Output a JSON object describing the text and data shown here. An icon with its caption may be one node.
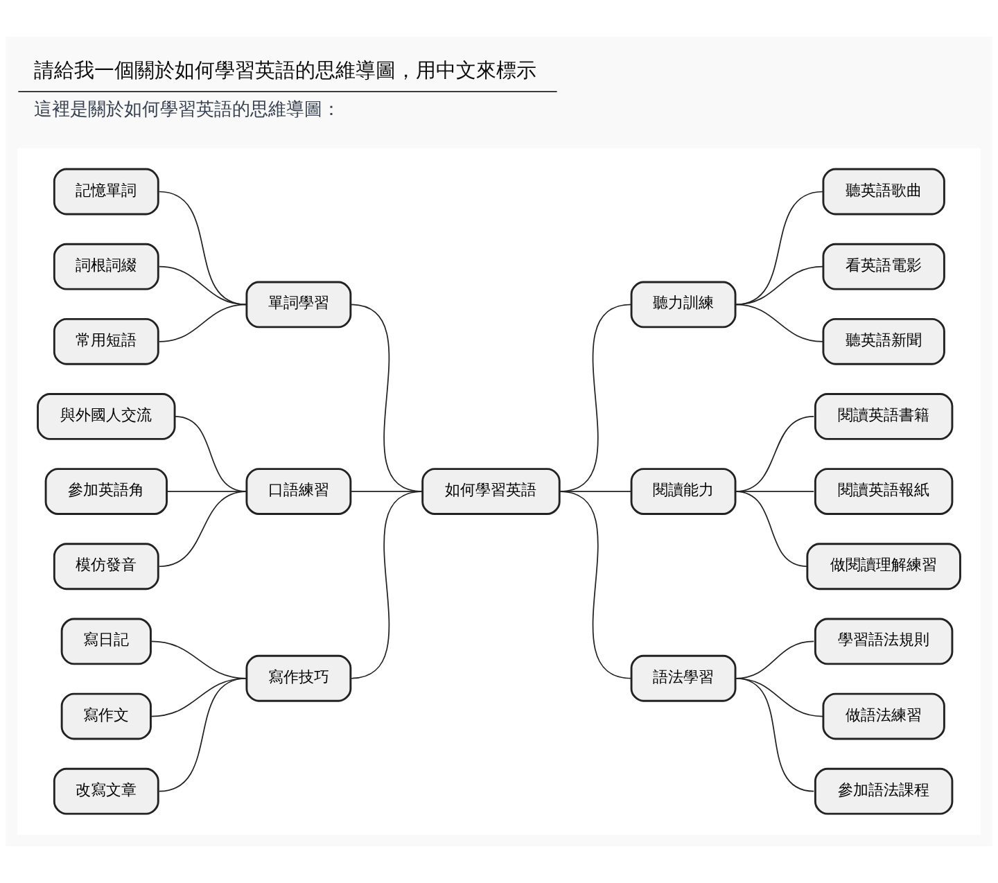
{
  "diagram": {
    "title": "請給我一個關於如何學習英語的思維導圖，用中文來標示",
    "caption": "這裡是關於如何學習英語的思維導圖：",
    "nodes": [
      {
        "text": [],
        "shape": "box"
      },
      {
        "text": [
          "記憶單詞"
        ],
        "in": 0
      },
      {
        "text": [
          "詞根詞綴"
        ],
        "in": 0
      },
      {
        "text": [
          "常用短語"
        ],
        "in": 0
      },
      {
        "text": [
          "單詞學習"
        ],
        "in": 0
      },
      {
        "text": [
          "與外國人交流"
        ],
        "in": 0
      },
      {
        "text": [
          "參加英語角"
        ],
        "in": 0
      },
      {
        "text": [
          "模仿發音"
        ],
        "in": 0
      },
      {
        "text": [
          "口語練習"
        ],
        "in": 0
      },
      {
        "text": [
          "寫日記"
        ],
        "in": 0
      },
      {
        "text": [
          "寫作文"
        ],
        "in": 0
      },
      {
        "text": [
          "改寫文章"
        ],
        "in": 0
      },
      {
        "text": [
          "寫作技巧"
        ],
        "in": 0
      },
      {
        "text": [
          "如何學習英語"
        ],
        "in": 0
      },
      {
        "text": [
          "聽力訓練"
        ],
        "in": 0
      },
      {
        "text": [
          "聽英語歌曲"
        ],
        "in": 0
      },
      {
        "text": [
          "看英語電影"
        ],
        "in": 0
      },
      {
        "text": [
          "聽英語新聞"
        ],
        "in": 0
      },
      {
        "text": [
          "閱讀能力"
        ],
        "in": 0
      },
      {
        "text": [
          "閱讀英語書籍"
        ],
        "in": 0
      },
      {
        "text": [
          "閱讀英語報紙"
        ],
        "in": 0
      },
      {
        "text": [
          "做閱讀理解練習"
        ],
        "in": 0
      },
      {
        "text": [
          "語法學習"
        ],
        "in": 0
      },
      {
        "text": [
          "學習語法規則"
        ],
        "in": 0
      },
      {
        "text": [
          "做語法練習"
        ],
        "in": 0
      },
      {
        "text": [
          "參加語法課程"
        ],
        "in": 0
      }
    ],
    "edges": [
      {
        "from": 1,
        "to": 4,
        "arrow": "none"
      },
      {
        "from": 2,
        "to": 4,
        "arrow": "none"
      },
      {
        "from": 3,
        "to": 4,
        "arrow": "none"
      },
      {
        "from": 4,
        "to": 13,
        "arrow": "none"
      },
      {
        "from": 5,
        "to": 8,
        "arrow": "none"
      },
      {
        "from": 6,
        "to": 8,
        "arrow": "none"
      },
      {
        "from": 7,
        "to": 8,
        "arrow": "none"
      },
      {
        "from": 8,
        "to": 13,
        "arrow": "none"
      },
      {
        "from": 9,
        "to": 12,
        "arrow": "none"
      },
      {
        "from": 10,
        "to": 12,
        "arrow": "none"
      },
      {
        "from": 11,
        "to": 12,
        "arrow": "none"
      },
      {
        "from": 12,
        "to": 13,
        "arrow": "none"
      },
      {
        "from": 13,
        "to": 22,
        "arrow": "none"
      },
      {
        "from": 22,
        "to": 25,
        "arrow": "none"
      },
      {
        "from": 22,
        "to": 24,
        "arrow": "none"
      },
      {
        "from": 22,
        "to": 23,
        "arrow": "none"
      },
      {
        "from": 13,
        "to": 18,
        "arrow": "none"
      },
      {
        "from": 18,
        "to": 21,
        "arrow": "none"
      },
      {
        "from": 18,
        "to": 20,
        "arrow": "none"
      },
      {
        "from": 18,
        "to": 19,
        "arrow": "none"
      },
      {
        "from": 13,
        "to": 14,
        "arrow": "none"
      },
      {
        "from": 14,
        "to": 17,
        "arrow": "none"
      },
      {
        "from": 14,
        "to": 16,
        "arrow": "none"
      },
      {
        "from": 14,
        "to": 15,
        "arrow": "none"
      }
    ]
  }
}
